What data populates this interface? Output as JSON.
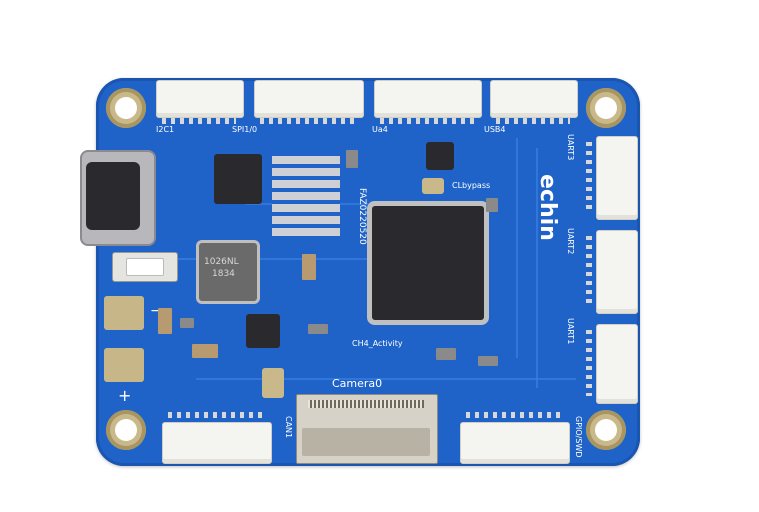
{
  "board": {
    "connector_labels": {
      "i2c1": "I2C1",
      "spi1": "SPI1/0",
      "ua4": "Ua4",
      "usb4": "USB4",
      "uart3": "UART3",
      "uart2": "UART2",
      "uart1": "UART1",
      "can1": "CAN1",
      "gpio": "GPIO/SWD"
    },
    "camera_label": "Camera0",
    "bypass_label": "CLbypass",
    "activity_label": "CH4_Activity",
    "date_code": "FAZ0220520",
    "inductor_text": [
      "1026NL",
      "1834"
    ],
    "brand_text": "echin",
    "plus_sign": "+",
    "minus_sign": "−",
    "colors": {
      "pcb": "#1f63c9",
      "connector": "#f4f4f0",
      "gold": "#c9b98a"
    }
  }
}
